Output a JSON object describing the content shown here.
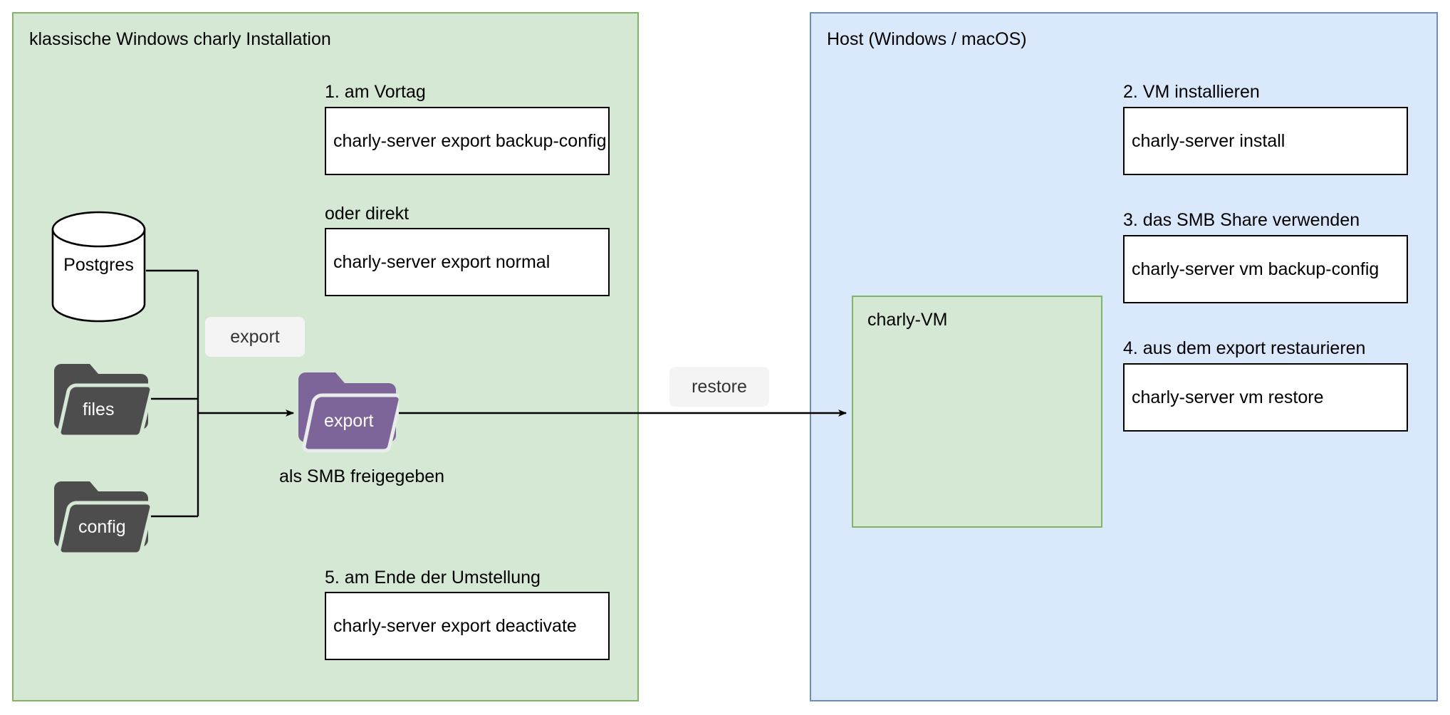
{
  "diagram": {
    "title_left": "klassische Windows charly Installation",
    "title_right": "Host (Windows / macOS)",
    "left_panel": {
      "label": "klassische Windows charly Installation",
      "fill": "#d5e8d4",
      "stroke": "#82b366",
      "sources": [
        {
          "name": "database",
          "label": "Postgres",
          "shape": "cylinder",
          "fill": "#ffffff",
          "stroke": "#000000"
        },
        {
          "name": "folder-files",
          "label": "files",
          "shape": "folder",
          "fill": "#4d4d4d"
        },
        {
          "name": "folder-config",
          "label": "config",
          "shape": "folder",
          "fill": "#4d4d4d"
        }
      ],
      "export_folder": {
        "label": "export",
        "fill": "#7d6599",
        "caption": "als SMB freigegeben"
      },
      "edge_label": "export",
      "steps": [
        {
          "number": "1.",
          "label": "1. am Vortag",
          "command": "charly-server export backup-config"
        },
        {
          "number": "",
          "label": "oder direkt",
          "command": "charly-server export normal"
        },
        {
          "number": "5.",
          "label": "5. am Ende der Umstellung",
          "command": "charly-server export deactivate"
        }
      ]
    },
    "transfer": {
      "edge_label": "restore"
    },
    "right_panel": {
      "label": "Host (Windows / macOS)",
      "fill": "#dae8fc",
      "stroke": "#6c8ebf",
      "vm": {
        "label": "charly-VM",
        "fill": "#d5e8d4",
        "stroke": "#82b366"
      },
      "steps": [
        {
          "number": "2.",
          "label": "2. VM installieren",
          "command": "charly-server install"
        },
        {
          "number": "3.",
          "label": "3. das SMB Share verwenden",
          "command": "charly-server vm backup-config"
        },
        {
          "number": "4.",
          "label": "4. aus dem export restaurieren",
          "command": "charly-server vm restore"
        }
      ]
    }
  }
}
